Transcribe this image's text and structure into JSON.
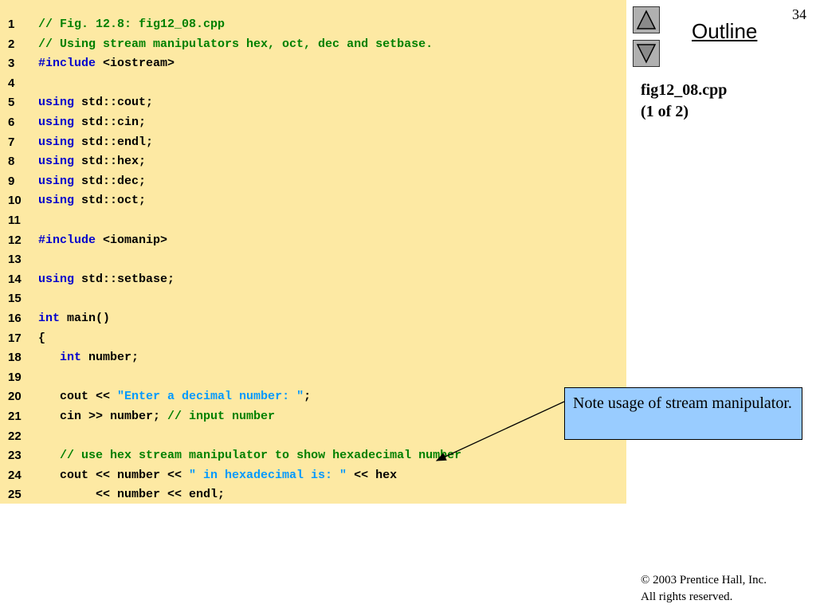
{
  "page_number": "34",
  "outline_label": "Outline",
  "file_label": {
    "name": "fig12_08.cpp",
    "part": "(1 of 2)"
  },
  "note": "Note usage of stream manipulator.",
  "copyright": {
    "line1": "2003 Prentice Hall, Inc.",
    "line2": "All rights reserved.",
    "symbol": "©"
  },
  "nav": {
    "up_icon": "triangle-up-icon",
    "down_icon": "triangle-down-icon"
  },
  "colors": {
    "code_background": "#fde9a3",
    "comment": "#008000",
    "keyword": "#0000cc",
    "string": "#0099ff",
    "note_background": "#99ccff"
  },
  "code_lines": [
    {
      "n": "1",
      "tokens": [
        {
          "t": "comment",
          "v": "// Fig. 12.8: fig12_08.cpp"
        }
      ]
    },
    {
      "n": "2",
      "tokens": [
        {
          "t": "comment",
          "v": "// Using stream manipulators hex, oct, dec and setbase."
        }
      ]
    },
    {
      "n": "3",
      "tokens": [
        {
          "t": "preproc",
          "v": "#include"
        },
        {
          "t": "plain",
          "v": " <iostream>"
        }
      ]
    },
    {
      "n": "4",
      "tokens": []
    },
    {
      "n": "5",
      "tokens": [
        {
          "t": "keyword",
          "v": "using"
        },
        {
          "t": "plain",
          "v": " std::cout;"
        }
      ]
    },
    {
      "n": "6",
      "tokens": [
        {
          "t": "keyword",
          "v": "using"
        },
        {
          "t": "plain",
          "v": " std::cin;"
        }
      ]
    },
    {
      "n": "7",
      "tokens": [
        {
          "t": "keyword",
          "v": "using"
        },
        {
          "t": "plain",
          "v": " std::endl;"
        }
      ]
    },
    {
      "n": "8",
      "tokens": [
        {
          "t": "keyword",
          "v": "using"
        },
        {
          "t": "plain",
          "v": " std::hex;"
        }
      ]
    },
    {
      "n": "9",
      "tokens": [
        {
          "t": "keyword",
          "v": "using"
        },
        {
          "t": "plain",
          "v": " std::dec;"
        }
      ]
    },
    {
      "n": "10",
      "tokens": [
        {
          "t": "keyword",
          "v": "using"
        },
        {
          "t": "plain",
          "v": " std::oct;"
        }
      ]
    },
    {
      "n": "11",
      "tokens": []
    },
    {
      "n": "12",
      "tokens": [
        {
          "t": "preproc",
          "v": "#include"
        },
        {
          "t": "plain",
          "v": " <iomanip>"
        }
      ]
    },
    {
      "n": "13",
      "tokens": []
    },
    {
      "n": "14",
      "tokens": [
        {
          "t": "keyword",
          "v": "using"
        },
        {
          "t": "plain",
          "v": " std::setbase;"
        }
      ]
    },
    {
      "n": "15",
      "tokens": []
    },
    {
      "n": "16",
      "tokens": [
        {
          "t": "keyword",
          "v": "int"
        },
        {
          "t": "plain",
          "v": " main()"
        }
      ]
    },
    {
      "n": "17",
      "tokens": [
        {
          "t": "plain",
          "v": "{"
        }
      ]
    },
    {
      "n": "18",
      "tokens": [
        {
          "t": "plain",
          "v": "   "
        },
        {
          "t": "keyword",
          "v": "int"
        },
        {
          "t": "plain",
          "v": " number;"
        }
      ]
    },
    {
      "n": "19",
      "tokens": []
    },
    {
      "n": "20",
      "tokens": [
        {
          "t": "plain",
          "v": "   cout << "
        },
        {
          "t": "string",
          "v": "\"Enter a decimal number: \""
        },
        {
          "t": "plain",
          "v": ";"
        }
      ]
    },
    {
      "n": "21",
      "tokens": [
        {
          "t": "plain",
          "v": "   cin >> number; "
        },
        {
          "t": "comment",
          "v": "// input number"
        }
      ]
    },
    {
      "n": "22",
      "tokens": []
    },
    {
      "n": "23",
      "tokens": [
        {
          "t": "plain",
          "v": "   "
        },
        {
          "t": "comment",
          "v": "// use hex stream manipulator to show hexadecimal number"
        }
      ]
    },
    {
      "n": "24",
      "tokens": [
        {
          "t": "plain",
          "v": "   cout << number << "
        },
        {
          "t": "string",
          "v": "\" in hexadecimal is: \""
        },
        {
          "t": "plain",
          "v": " << hex"
        }
      ]
    },
    {
      "n": "25",
      "tokens": [
        {
          "t": "plain",
          "v": "        << number << endl;"
        }
      ]
    }
  ]
}
